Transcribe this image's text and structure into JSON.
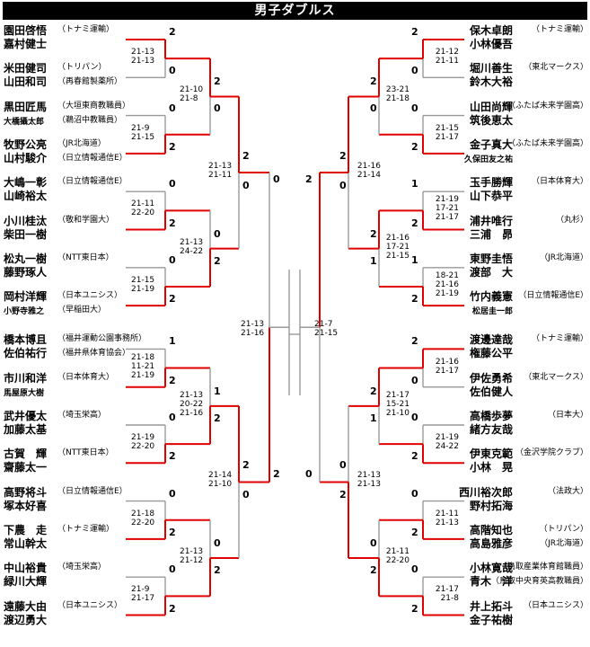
{
  "title": "男子ダブルス",
  "colors": {
    "win_line": "#e00000",
    "lose_line": "#999999",
    "center_line": "#999999"
  },
  "left": {
    "entries": [
      {
        "p1": "園田啓悟",
        "p2": "嘉村健士",
        "team": "（トナミ運輸）"
      },
      {
        "p1": "米田健司",
        "p2": "山田和司",
        "team": "（トリパン）",
        "team2": "（再春館製薬所）"
      },
      {
        "p1": "黒田匠馬",
        "p2": "大橋攝太郎",
        "team": "（大垣東商教職員）",
        "team2": "（鵜沼中教職員）"
      },
      {
        "p1": "牧野公亮",
        "p2": "山村駿介",
        "team": "（JR北海道）",
        "team2": "（日立情報通信E）"
      },
      {
        "p1": "大嶋一彰",
        "p2": "山崎裕太",
        "team": "（日立情報通信E）"
      },
      {
        "p1": "小川桂汰",
        "p2": "柴田一樹",
        "team": "（敬和学園大）"
      },
      {
        "p1": "松丸一樹",
        "p2": "藤野琢人",
        "team": "（NTT東日本）"
      },
      {
        "p1": "岡村洋輝",
        "p2": "小野寺雅之",
        "team": "（日本ユニシス）",
        "team2": "（早稲田大）"
      },
      {
        "p1": "橋本博且",
        "p2": "佐伯祐行",
        "team": "（福井運動公園事務所）",
        "team2": "（福井県体育協会）"
      },
      {
        "p1": "市川和洋",
        "p2": "馬屋原大樹",
        "team": "（日本体育大）"
      },
      {
        "p1": "武井優太",
        "p2": "加藤太基",
        "team": "（埼玉栄高）"
      },
      {
        "p1": "古賀　輝",
        "p2": "齋藤太一",
        "team": "（NTT東日本）"
      },
      {
        "p1": "高野将斗",
        "p2": "塚本好喜",
        "team": "（日立情報通信E）"
      },
      {
        "p1": "下農　走",
        "p2": "常山幹太",
        "team": "（トナミ運輸）"
      },
      {
        "p1": "中山裕貴",
        "p2": "緑川大輝",
        "team": "（埼玉栄高）"
      },
      {
        "p1": "遠藤大由",
        "p2": "渡辺勇大",
        "team": "（日本ユニシス）"
      }
    ],
    "r1": [
      {
        "score": [
          "21-13",
          "21-13"
        ],
        "g": [
          "2",
          "0"
        ]
      },
      {
        "score": [
          "21-9",
          "21-15"
        ],
        "g": [
          "0",
          "2"
        ]
      },
      {
        "score": [
          "21-11",
          "22-20"
        ],
        "g": [
          "0",
          "2"
        ]
      },
      {
        "score": [
          "21-15",
          "21-19"
        ],
        "g": [
          "0",
          "2"
        ]
      },
      {
        "score": [
          "21-18",
          "11-21",
          "21-19"
        ],
        "g": [
          "1",
          "2"
        ]
      },
      {
        "score": [
          "21-19",
          "22-20"
        ],
        "g": [
          "0",
          "2"
        ]
      },
      {
        "score": [
          "21-18",
          "22-20"
        ],
        "g": [
          "0",
          "2"
        ]
      },
      {
        "score": [
          "21-9",
          "21-17"
        ],
        "g": [
          "0",
          "2"
        ]
      }
    ],
    "r2": [
      {
        "score": [
          "21-10",
          "21-8"
        ],
        "g": [
          "2",
          "0"
        ]
      },
      {
        "score": [
          "21-13",
          "24-22"
        ],
        "g": [
          "0",
          "2"
        ]
      },
      {
        "score": [
          "21-13",
          "20-22",
          "21-16"
        ],
        "g": [
          "1",
          "2"
        ]
      },
      {
        "score": [
          "21-13",
          "21-12"
        ],
        "g": [
          "0",
          "2"
        ]
      }
    ],
    "r3": [
      {
        "score": [
          "21-13",
          "21-11"
        ],
        "g": [
          "2",
          "0"
        ]
      },
      {
        "score": [
          "21-14",
          "21-10"
        ],
        "g": [
          "2",
          "0"
        ]
      }
    ],
    "sf": {
      "score": [
        "21-13",
        "21-16"
      ],
      "g": [
        "0",
        "2"
      ]
    }
  },
  "right": {
    "entries": [
      {
        "p1": "保木卓朗",
        "p2": "小林優吾",
        "team": "（トナミ運輸）"
      },
      {
        "p1": "堀川善生",
        "p2": "鈴木大裕",
        "team": "（東北マークス）"
      },
      {
        "p1": "山田尚輝",
        "p2": "筑後恵太",
        "team": "（ふたば未来学園高）"
      },
      {
        "p1": "金子真大",
        "p2": "久保田友之祐",
        "team": "（ふたば未来学園高）"
      },
      {
        "p1": "玉手勝輝",
        "p2": "山下恭平",
        "team": "（日本体育大）"
      },
      {
        "p1": "浦井唯行",
        "p2": "三浦　昴",
        "team": "（丸杉）"
      },
      {
        "p1": "東野圭悟",
        "p2": "渡部　大",
        "team": "（JR北海道）"
      },
      {
        "p1": "竹内義憲",
        "p2": "松居圭一郎",
        "team": "（日立情報通信E）"
      },
      {
        "p1": "渡邊達哉",
        "p2": "権藤公平",
        "team": "（トナミ運輸）"
      },
      {
        "p1": "伊佐勇希",
        "p2": "佐伯健人",
        "team": "（東北マークス）"
      },
      {
        "p1": "高橋歩夢",
        "p2": "緒方友哉",
        "team": "（日本大）"
      },
      {
        "p1": "伊東克範",
        "p2": "小林　晃",
        "team": "（金沢学院クラブ）"
      },
      {
        "p1": "西川裕次郎",
        "p2": "野村拓海",
        "team": "（法政大）"
      },
      {
        "p1": "高階知也",
        "p2": "高島雅彦",
        "team": "（トリパン）",
        "team2": "（JR北海道）"
      },
      {
        "p1": "小林寛哉",
        "p2": "青木　洋",
        "team": "（鳥取産業体育館職員）",
        "team2": "（鳥取中央育英高教職員）"
      },
      {
        "p1": "井上拓斗",
        "p2": "金子祐樹",
        "team": "（日本ユニシス）"
      }
    ],
    "r1": [
      {
        "score": [
          "21-12",
          "21-11"
        ],
        "g": [
          "2",
          "0"
        ]
      },
      {
        "score": [
          "21-15",
          "21-17"
        ],
        "g": [
          "0",
          "2"
        ]
      },
      {
        "score": [
          "21-19",
          "17-21",
          "21-17"
        ],
        "g": [
          "1",
          "2"
        ]
      },
      {
        "score": [
          "18-21",
          "21-16",
          "21-19"
        ],
        "g": [
          "1",
          "2"
        ]
      },
      {
        "score": [
          "21-16",
          "21-17"
        ],
        "g": [
          "2",
          "0"
        ]
      },
      {
        "score": [
          "21-19",
          "24-22"
        ],
        "g": [
          "0",
          "2"
        ]
      },
      {
        "score": [
          "21-11",
          "21-13"
        ],
        "g": [
          "0",
          "2"
        ]
      },
      {
        "score": [
          "21-17",
          "21-8"
        ],
        "g": [
          "0",
          "2"
        ]
      }
    ],
    "r2": [
      {
        "score": [
          "23-21",
          "21-18"
        ],
        "g": [
          "2",
          "0"
        ]
      },
      {
        "score": [
          "21-16",
          "17-21",
          "21-15"
        ],
        "g": [
          "2",
          "1"
        ]
      },
      {
        "score": [
          "21-17",
          "15-21",
          "21-10"
        ],
        "g": [
          "2",
          "1"
        ]
      },
      {
        "score": [
          "21-11",
          "22-20"
        ],
        "g": [
          "0",
          "2"
        ]
      }
    ],
    "r3": [
      {
        "score": [
          "21-16",
          "21-14"
        ],
        "g": [
          "2",
          "0"
        ]
      },
      {
        "score": [
          "21-13",
          "21-13"
        ],
        "g": [
          "0",
          "2"
        ]
      }
    ],
    "sf": {
      "score": [
        "21-7",
        "21-15"
      ],
      "g": [
        "2",
        "0"
      ]
    }
  }
}
